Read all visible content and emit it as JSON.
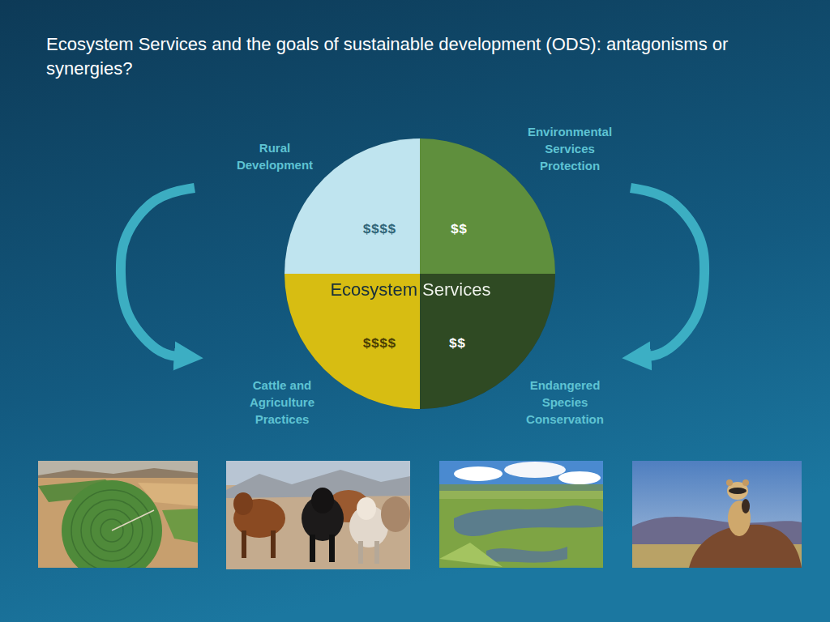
{
  "diagram": {
    "title": "Ecosystem Services and the goals of sustainable development (ODS): antagonisms or synergies?",
    "nodes": [
      {
        "text": [
          "Ecosystem Services"
        ]
      },
      {
        "text": [
          "Rural Development",
          "$$$$"
        ],
        "in": 0
      },
      {
        "text": [
          "Environmental Services Protection",
          "$$"
        ],
        "in": 0
      },
      {
        "text": [
          "Cattle and Agriculture Practices",
          "$$$$"
        ],
        "in": 0
      },
      {
        "text": [
          "Endangered Species Conservation",
          "$$"
        ],
        "in": 0
      }
    ],
    "edges": [
      {
        "from": 1,
        "to": 3,
        "arrow": "to"
      },
      {
        "from": 2,
        "to": 4,
        "arrow": "to"
      }
    ]
  }
}
